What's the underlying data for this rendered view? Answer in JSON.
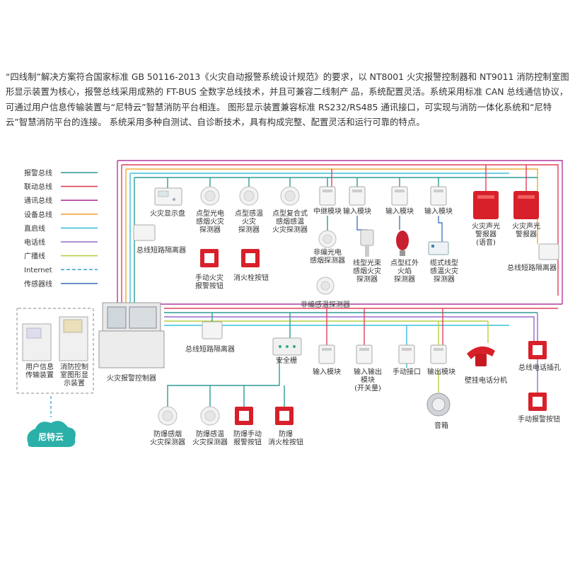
{
  "intro_text": "“四线制”解决方案符合国家标准 GB 50116-2013《火灾自动报警系统设计规范》的要求，以 NT8001 火灾报警控制器和 NT9011 消防控制室图形显示装置为核心，报警总线采用成熟的 FT-BUS 全数字总线技术，并且可兼容二线制产 品，系统配置灵活。系统采用标准 CAN 总线通信协议，可通过用户信息传输装置与“尼特云”智慧消防平台相连。 图形显示装置兼容标准 RS232/RS485 通讯接口，可实现与消防一体化系统和“尼特云”智慧消防平台的连接。 系统采用多种自测试、自诊断技术，具有构成完整、配置灵活和运行可靠的特点。",
  "legend": [
    {
      "label": "报警总线",
      "color": "#2e9c94",
      "dashed": false
    },
    {
      "label": "联动总线",
      "color": "#e0405a",
      "dashed": false
    },
    {
      "label": "通讯总线",
      "color": "#b03aa0",
      "dashed": false
    },
    {
      "label": "设备总线",
      "color": "#f0a838",
      "dashed": false
    },
    {
      "label": "直启线",
      "color": "#38c0d8",
      "dashed": false
    },
    {
      "label": "电话线",
      "color": "#9a6ac8",
      "dashed": false
    },
    {
      "label": "广播线",
      "color": "#b8d040",
      "dashed": false
    },
    {
      "label": "Internet",
      "color": "#40a8d8",
      "dashed": true
    },
    {
      "label": "传感器线",
      "color": "#4a78c0",
      "dashed": false
    }
  ],
  "devices": {
    "fire_display_panel": [
      "火灾显示盘"
    ],
    "photo_smoke_detector": [
      "点型光电",
      "感烟火灾",
      "探测器"
    ],
    "heat_detector": [
      "点型感温",
      "火灾",
      "探测器"
    ],
    "composite_detector": [
      "点型复合式",
      "感烟感温",
      "火灾探测器"
    ],
    "relay_module": [
      "中继模块"
    ],
    "input_module_1": [
      "输入模块"
    ],
    "input_module_2": [
      "输入模块"
    ],
    "input_module_3": [
      "输入模块"
    ],
    "strobe_voice": [
      "火灾声光",
      "警报器",
      "(语音)"
    ],
    "strobe": [
      "火灾声光",
      "警报器"
    ],
    "isolator_left": [
      "总线短路隔离器"
    ],
    "isolator_right": [
      "总线短路隔离器"
    ],
    "manual_alarm_button_top": [
      "手动火灾",
      "报警按钮"
    ],
    "hydrant_button_top": [
      "消火栓按钮"
    ],
    "non_coded_smoke": [
      "非编光电",
      "感烟探测器"
    ],
    "non_coded_heat": [
      "非编感温探测器"
    ],
    "beam_detector": [
      "线型光束",
      "感烟火灾",
      "探测器"
    ],
    "ir_flame_detector": [
      "点型红外",
      "火焰",
      "探测器"
    ],
    "linear_heat_detector": [
      "缆式线型",
      "感温火灾",
      "探测器"
    ],
    "user_info_device": [
      "用户信息",
      "传输装置"
    ],
    "graphic_display": [
      "消防控制",
      "室图形显",
      "示装置"
    ],
    "fire_controller": [
      "火灾报警控制器"
    ],
    "isolator_mid": [
      "总线短路隔离器"
    ],
    "safety_barrier": [
      "安全栅"
    ],
    "input_module_bottom": [
      "输入模块"
    ],
    "io_module": [
      "输入输出",
      "模块",
      "(开关量)"
    ],
    "manual_interface": [
      "手动接口"
    ],
    "output_module": [
      "输出模块"
    ],
    "speaker": [
      "音箱"
    ],
    "wall_phone": [
      "壁挂电话分机"
    ],
    "phone_jack": [
      "总线电话插孔"
    ],
    "manual_alarm_button_bottom": [
      "手动报警按钮"
    ],
    "ex_smoke": [
      "防爆感烟",
      "火灾探测器"
    ],
    "ex_heat": [
      "防爆感温",
      "火灾探测器"
    ],
    "ex_manual": [
      "防爆手动",
      "报警按钮"
    ],
    "ex_hydrant": [
      "防爆",
      "消火栓按钮"
    ],
    "cloud": [
      "尼特云"
    ]
  }
}
